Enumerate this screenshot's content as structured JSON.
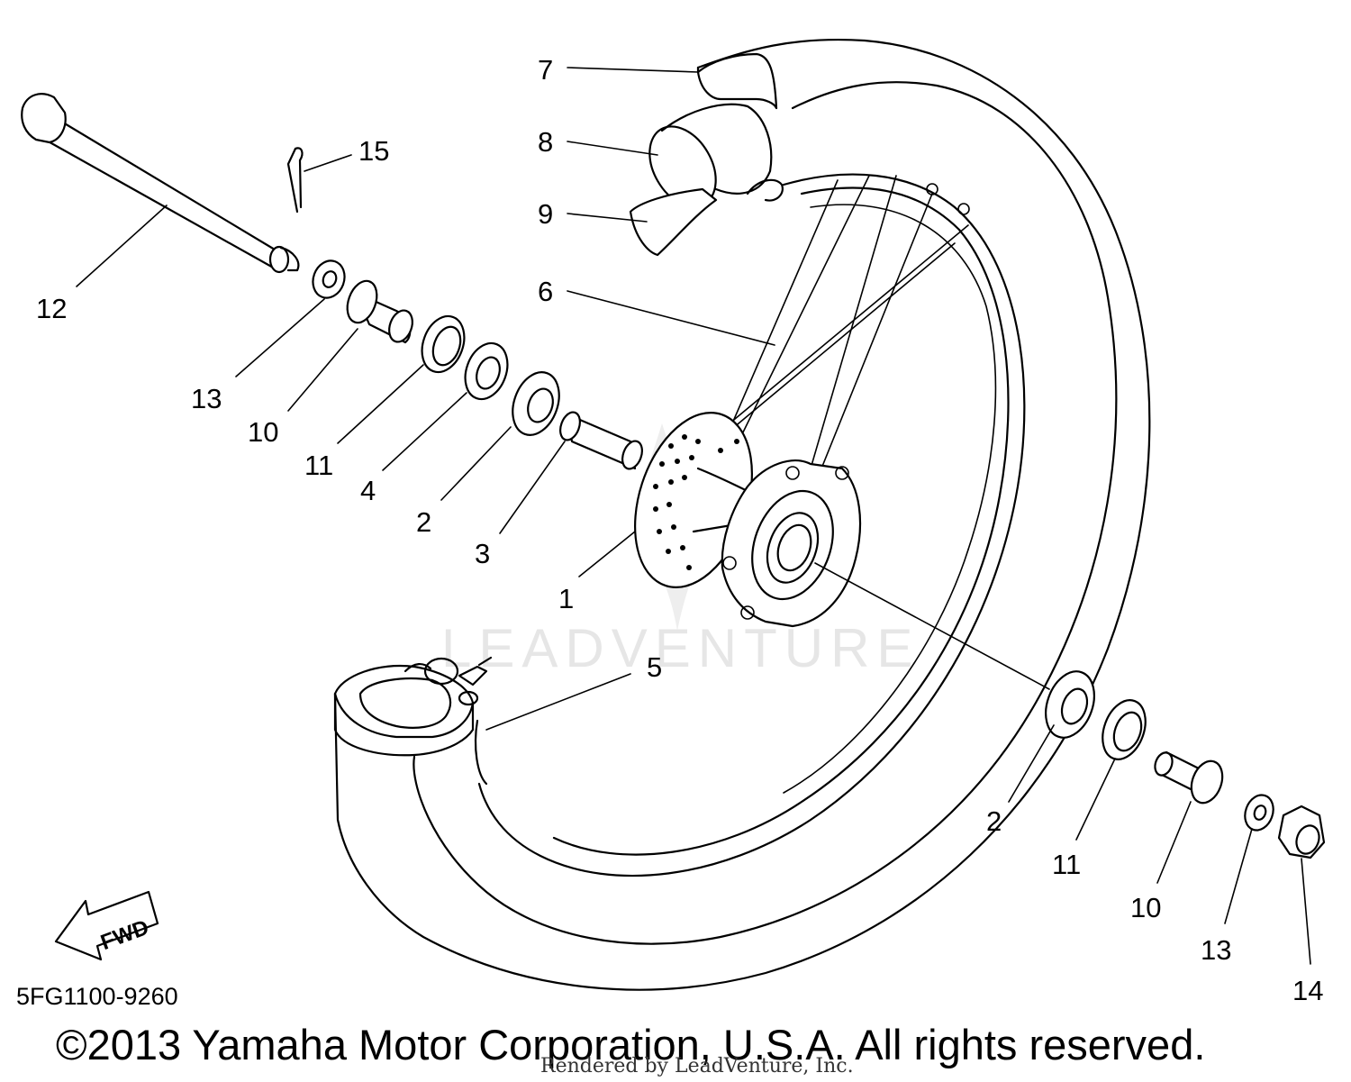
{
  "diagram": {
    "part_code": "5FG1100-9260",
    "fwd_label": "FWD",
    "watermark": "LEADVENTURE",
    "copyright": "©2013 Yamaha Motor Corporation, U.S.A. All rights reserved.",
    "rendered_by": "Rendered by LeadVenture, Inc.",
    "callouts": {
      "c7": "7",
      "c8": "8",
      "c9": "9",
      "c6": "6",
      "c15": "15",
      "c12": "12",
      "c13a": "13",
      "c10a": "10",
      "c11a": "11",
      "c4": "4",
      "c2a": "2",
      "c3": "3",
      "c1": "1",
      "c5": "5",
      "c2b": "2",
      "c11b": "11",
      "c10b": "10",
      "c13b": "13",
      "c14": "14"
    }
  }
}
